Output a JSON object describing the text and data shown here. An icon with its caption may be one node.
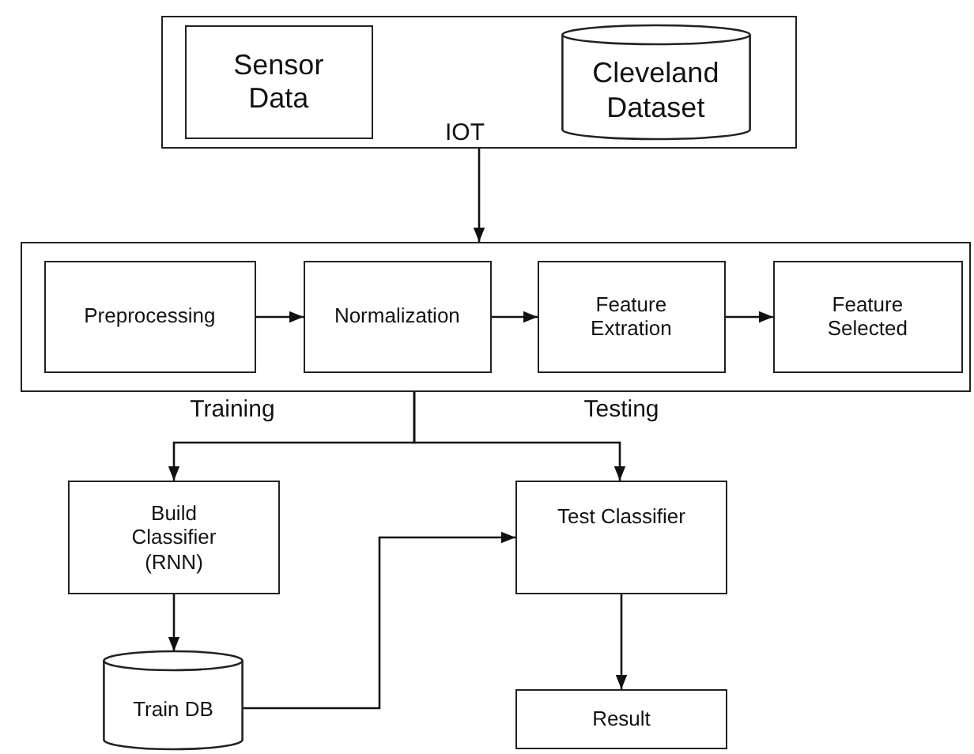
{
  "diagram": {
    "nodes": [
      {
        "text": [],
        "shape": "box"
      },
      {
        "text": [
          "Sensor Data"
        ],
        "in": 0
      },
      {
        "text": [
          "Cleveland Dataset"
        ],
        "in": 0
      },
      {
        "text": [],
        "shape": "box"
      },
      {
        "text": [
          "Preprocessing"
        ],
        "in": 3
      },
      {
        "text": [
          "Normalization"
        ],
        "in": 3
      },
      {
        "text": [
          "Feature Extration"
        ],
        "in": 3
      },
      {
        "text": [
          "Feature Selected"
        ],
        "in": 3
      },
      {
        "text": [
          "Build Classifier (RNN)"
        ]
      },
      {
        "text": [
          "Test Classifier"
        ]
      },
      {
        "text": [
          "Train DB"
        ]
      },
      {
        "text": [
          "Result"
        ]
      }
    ],
    "edges": [
      {
        "from": 0,
        "to": 3,
        "arrow": "to",
        "label": "IOT"
      },
      {
        "from": 4,
        "to": 5,
        "arrow": "to"
      },
      {
        "from": 5,
        "to": 6,
        "arrow": "to"
      },
      {
        "from": 6,
        "to": 7,
        "arrow": "to"
      },
      {
        "from": 3,
        "to": 8,
        "arrow": "to",
        "label": "Training"
      },
      {
        "from": 3,
        "to": 9,
        "arrow": "to",
        "label": "Testing"
      },
      {
        "from": 8,
        "to": 10,
        "arrow": "to"
      },
      {
        "from": 10,
        "to": 9,
        "arrow": "to"
      },
      {
        "from": 9,
        "to": 11,
        "arrow": "to"
      }
    ]
  }
}
